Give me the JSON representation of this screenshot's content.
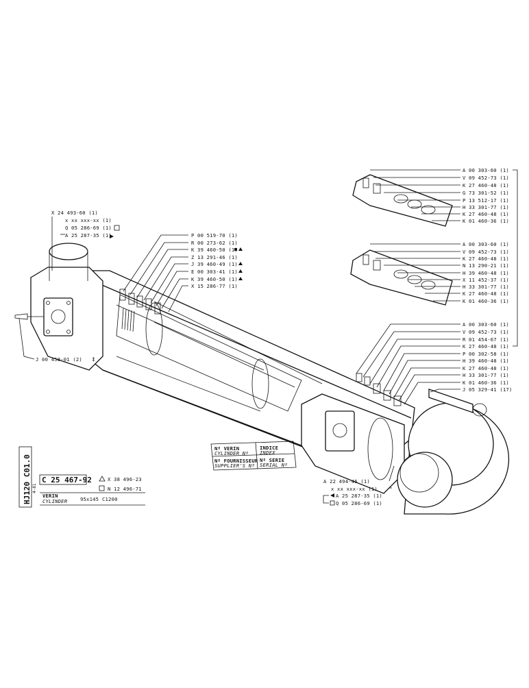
{
  "sheet": {
    "vertical_code": "HJ120 C01.0",
    "small_code": "4-81",
    "part_number": "C 25 467-92",
    "revisions": [
      {
        "mark": "triangle",
        "text": "X 38 496-23"
      },
      {
        "mark": "square",
        "text": "N 12 496-71"
      }
    ],
    "name_fr": "VERIN",
    "name_en": "CYLINDER",
    "dims": "95x145",
    "stroke": "C1200"
  },
  "plate": {
    "cyl_no_fr": "Nº VERIN",
    "cyl_no_en": "CYLINDER Nº",
    "index_fr": "INDICE",
    "index_en": "INDEX",
    "supplier_fr": "Nº FOURNISSEUR",
    "supplier_en": "SUPPLIER'S Nº",
    "serial_fr": "Nº SERIE",
    "serial_en": "SERIAL Nº"
  },
  "callouts": {
    "left_top": [
      "X 24 493-60 (1)",
      "x xx xxx-xx (1)",
      "Q 05 286-69 (1)",
      "A 25 287-35 (1)"
    ],
    "left_fitting": "J 00 458-01 (2)",
    "center": [
      "P 00 519-70 (1)",
      "R 00 273-62 (1)",
      "K 39 460-50 (1)",
      "Z 13 291-46 (1)",
      "J 39 460-49 (1)",
      "E 00 303-41 (1)",
      "K 39 460-50 (1)",
      "X 15 286-77 (1)"
    ],
    "group_a": [
      "A 00 303-60 (1)",
      "V 09 452-73 (1)",
      "K 27 460-48 (1)",
      "G 73 301-52 (1)",
      "P 13 512-17 (1)",
      "H 33 301-77 (1)",
      "K 27 460-48 (1)",
      "K 01 460-36 (1)"
    ],
    "group_b": [
      "A 00 303-60 (1)",
      "V 09 452-73 (1)",
      "K 27 460-48 (1)",
      "N 13 290-21 (1)",
      "H 39 460-48 (1)",
      "X 11 452-37 (1)",
      "H 33 301-77 (1)",
      "K 27 460-48 (1)",
      "K 01 460-36 (1)"
    ],
    "group_c": [
      "A 00 303-60 (1)",
      "V 09 452-73 (1)",
      "R 01 454-67 (1)",
      "K 27 460-48 (1)",
      "P 00 302-58 (1)",
      "H 39 460-48 (1)",
      "K 27 460-48 (1)",
      "H 33 301-77 (1)",
      "K 01 460-36 (1)",
      "J 05 329-41 (17)"
    ],
    "bottom": [
      "A 22 494-46 (1)",
      "x xx xxx-xx (1)",
      "A 25 287-35 (1)",
      "Q 05 286-69 (1)"
    ]
  }
}
